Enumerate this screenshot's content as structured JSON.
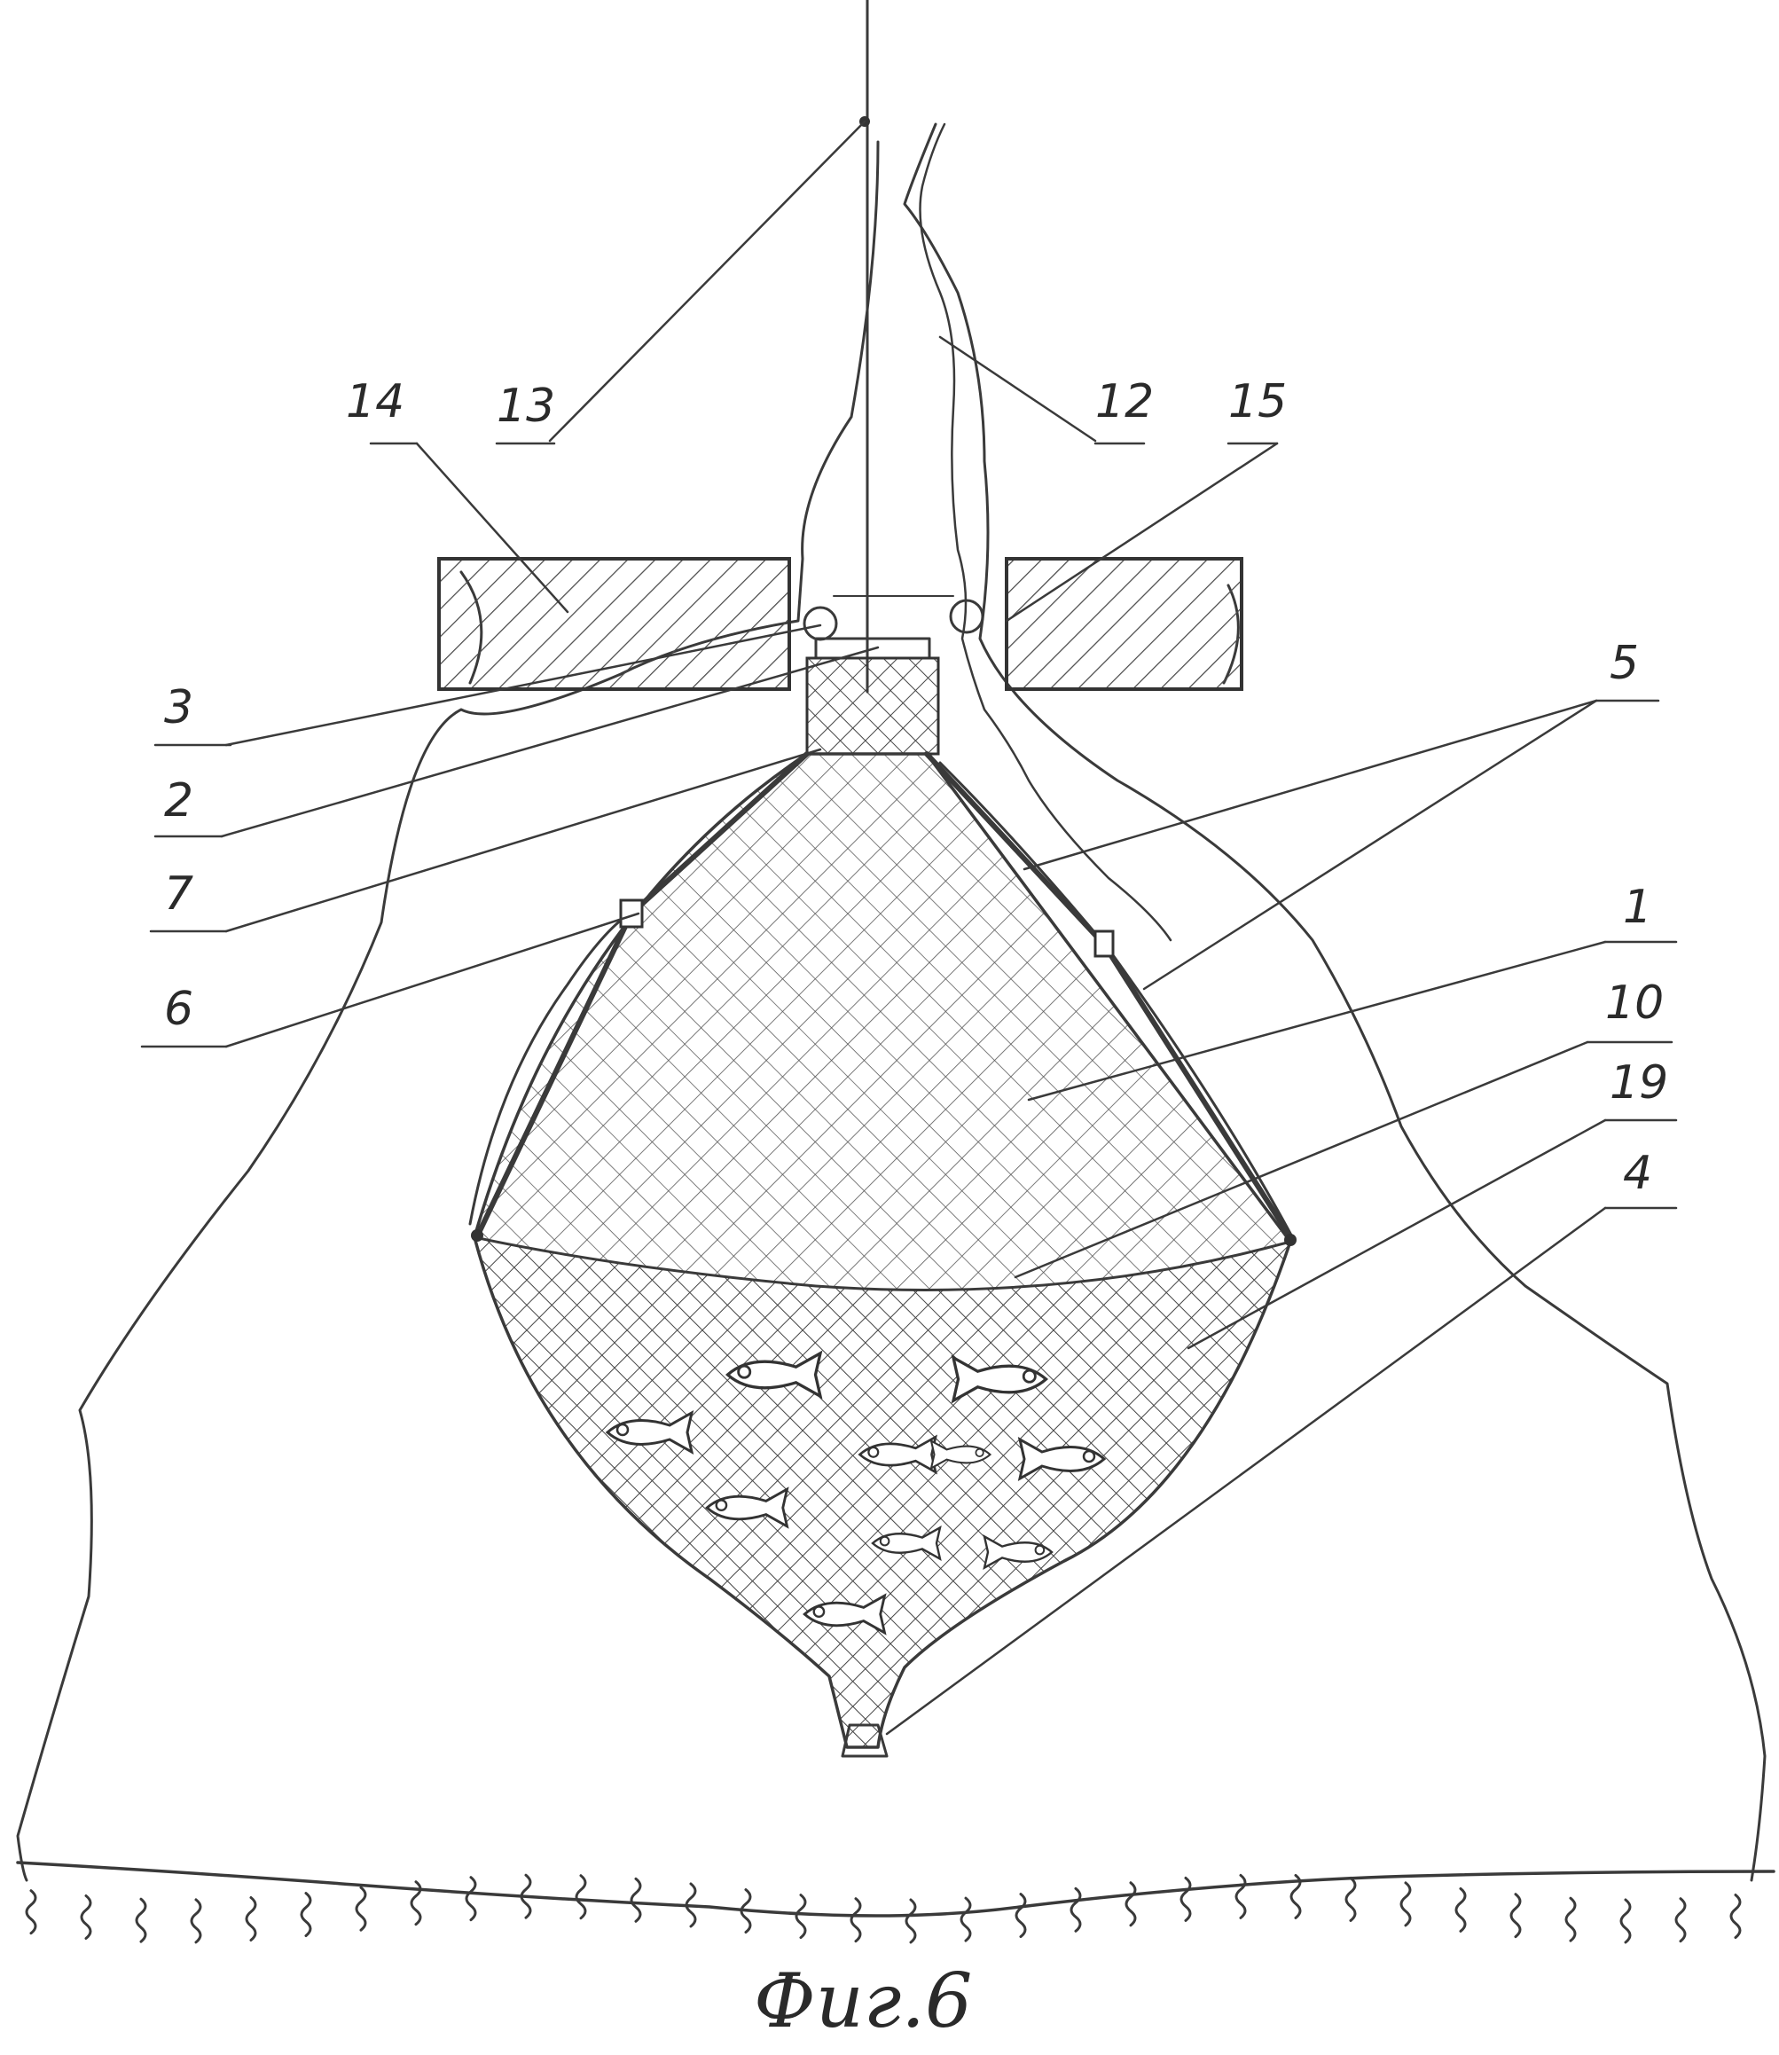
{
  "figure": {
    "caption": "Фиг.6",
    "labels": {
      "l13": "13",
      "l14": "14",
      "l12": "12",
      "l15": "15",
      "l3": "3",
      "l2": "2",
      "l7": "7",
      "l6": "6",
      "l5": "5",
      "l1": "1",
      "l10": "10",
      "l19": "19",
      "l4": "4"
    }
  },
  "colors": {
    "ink": "#3a3a3a",
    "hatch": "#4a4a4a",
    "background": "#ffffff"
  }
}
